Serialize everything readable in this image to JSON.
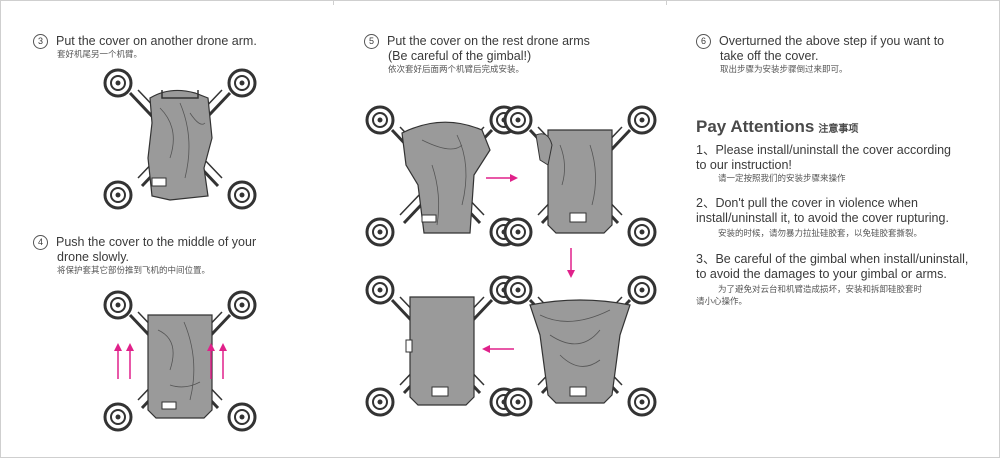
{
  "step3": {
    "num": "3",
    "en": "Put the cover on another drone arm.",
    "cn": "套好机尾另一个机臂。"
  },
  "step4": {
    "num": "4",
    "en1": "Push the cover to the middle of your",
    "en2": "drone slowly.",
    "cn": "将保护套其它部份推到飞机的中间位置。"
  },
  "step5": {
    "num": "5",
    "en1": "Put the cover on the rest drone arms",
    "en2": "(Be careful of the gimbal!)",
    "cn": "依次套好后面两个机臂后完成安装。"
  },
  "step6": {
    "num": "6",
    "en1": "Overturned the above step if you want to",
    "en2": "take off the cover.",
    "cn": "取出步骤为安装步骤倒过来即可。"
  },
  "attentions": {
    "title": "Pay Attentions",
    "title_cn": "注意事项",
    "items": [
      {
        "en1": "1、Please install/uninstall the cover according",
        "en2": "to our instruction!",
        "cn": "请一定按照我们的安装步骤来操作"
      },
      {
        "en1": "2、Don't pull the cover in violence when",
        "en2": "install/uninstall it, to avoid the cover rupturing.",
        "cn": "安装的时候，请勿暴力拉扯硅胶套，以免硅胶套撕裂。"
      },
      {
        "en1": "3、Be careful of the gimbal when install/uninstall,",
        "en2": "to avoid the damages to your gimbal or arms.",
        "cn1": "为了避免对云台和机臂造成损坏，安装和拆卸硅胶套时",
        "cn2": "请小心操作。"
      }
    ]
  },
  "colors": {
    "accent": "#e0218a",
    "cover": "#9a9a9a",
    "line": "#3a3a3a"
  }
}
